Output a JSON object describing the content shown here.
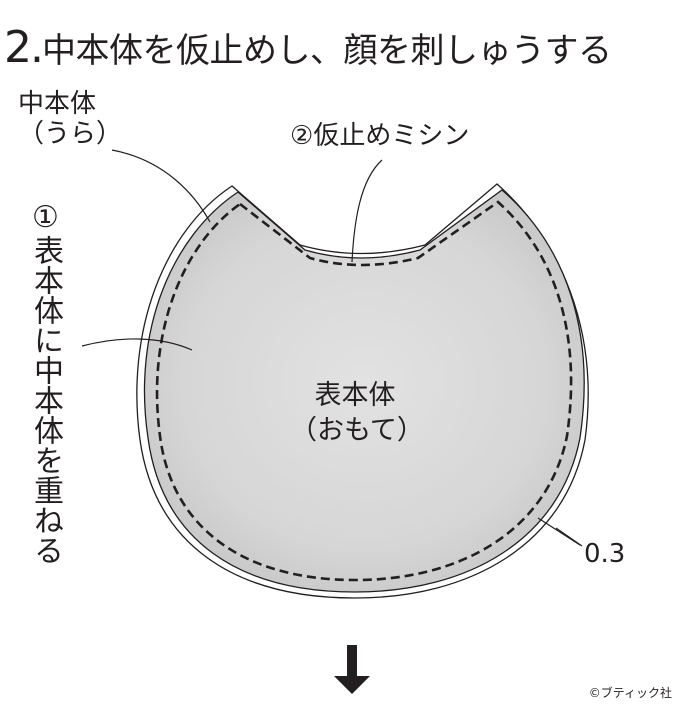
{
  "title": {
    "number": "2.",
    "text": "中本体を仮止めし、顔を刺しゅうする"
  },
  "labels": {
    "inner_body": "中本体",
    "inner_body_side": "（うら）",
    "step2_num": "②",
    "step2_text": "仮止めミシン",
    "step1_num": "①",
    "step1_text": "表本体に中本体を重ねる",
    "center_line1": "表本体",
    "center_line2": "（おもて）",
    "seam_allowance": "0.3"
  },
  "icons": {
    "arrow": "down-arrow-icon"
  },
  "credit": "©ブティック社",
  "colors": {
    "fill": "#dcdcdc",
    "line": "#231f20",
    "background": "#ffffff"
  }
}
